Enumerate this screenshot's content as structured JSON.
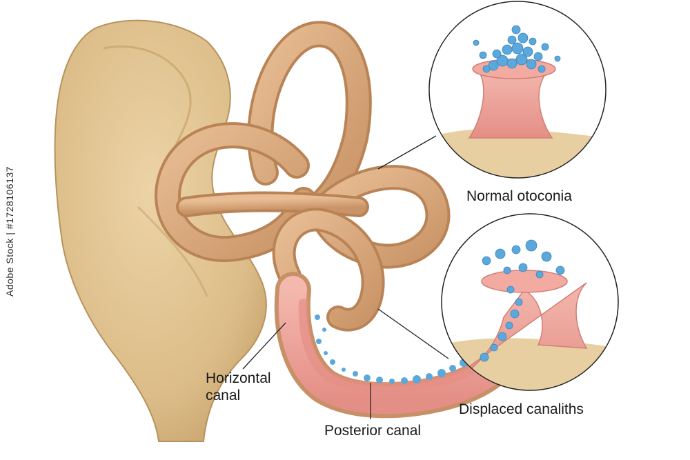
{
  "labels": {
    "normal": "Normal otoconia",
    "displaced": "Displaced canaliths",
    "posterior": "Posterior canal",
    "horizontal": "Horizontal canal"
  },
  "watermark": "Adobe Stock | #1728106137",
  "colors": {
    "bone": "#e3c593",
    "canal": "#d9a97c",
    "canal_dark": "#b98356",
    "tissue": "#f0a8a0",
    "crystal": "#5aa8dc",
    "leader": "#222222"
  },
  "icons": {
    "inner-ear": "bony-labyrinth-illustration",
    "otoconia": "crystal-cluster"
  }
}
